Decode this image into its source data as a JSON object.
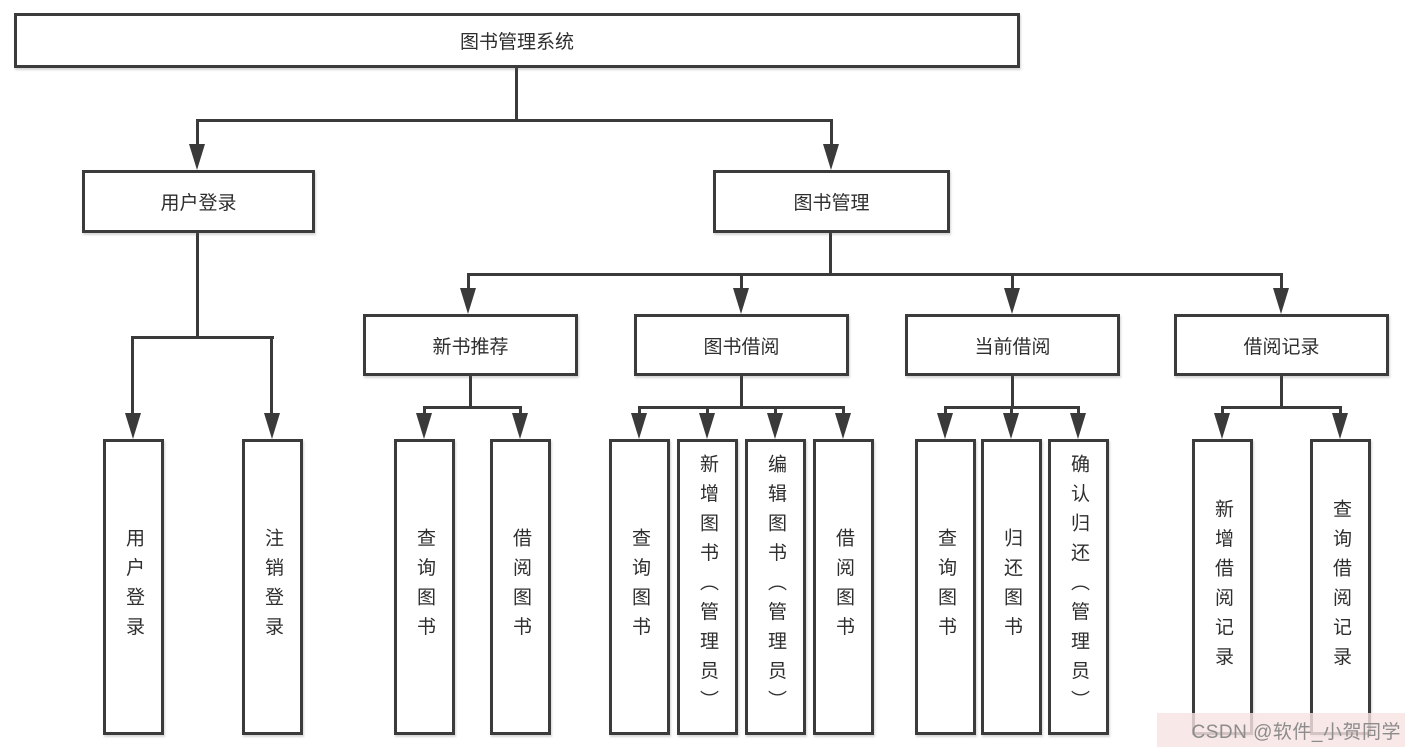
{
  "diagram": {
    "type": "tree",
    "root": {
      "label": "图书管理系统"
    },
    "level2": [
      {
        "label": "用户登录",
        "parent": "图书管理系统"
      },
      {
        "label": "图书管理",
        "parent": "图书管理系统"
      }
    ],
    "level3": [
      {
        "label": "新书推荐",
        "parent": "图书管理"
      },
      {
        "label": "图书借阅",
        "parent": "图书管理"
      },
      {
        "label": "当前借阅",
        "parent": "图书管理"
      },
      {
        "label": "借阅记录",
        "parent": "图书管理"
      }
    ],
    "leaves": [
      {
        "label": "用户登录",
        "parent": "用户登录"
      },
      {
        "label": "注销登录",
        "parent": "用户登录"
      },
      {
        "label": "查询图书",
        "parent": "新书推荐"
      },
      {
        "label": "借阅图书",
        "parent": "新书推荐"
      },
      {
        "label": "查询图书",
        "parent": "图书借阅"
      },
      {
        "label": "新增图书（管理员）",
        "parent": "图书借阅"
      },
      {
        "label": "编辑图书（管理员）",
        "parent": "图书借阅"
      },
      {
        "label": "借阅图书",
        "parent": "图书借阅"
      },
      {
        "label": "查询图书",
        "parent": "当前借阅"
      },
      {
        "label": "归还图书",
        "parent": "当前借阅"
      },
      {
        "label": "确认归还（管理员）",
        "parent": "当前借阅"
      },
      {
        "label": "新增借阅记录",
        "parent": "借阅记录"
      },
      {
        "label": "查询借阅记录",
        "parent": "借阅记录"
      }
    ]
  },
  "watermark": {
    "text": "CSDN @软件_小贺同学"
  },
  "colors": {
    "line": "#3a3a3a",
    "node_border": "#3b3b3b",
    "node_text": "#2e2e2e",
    "watermark_bg": "rgba(248,227,227,0.82)",
    "watermark_text": "#8c8c8c"
  }
}
